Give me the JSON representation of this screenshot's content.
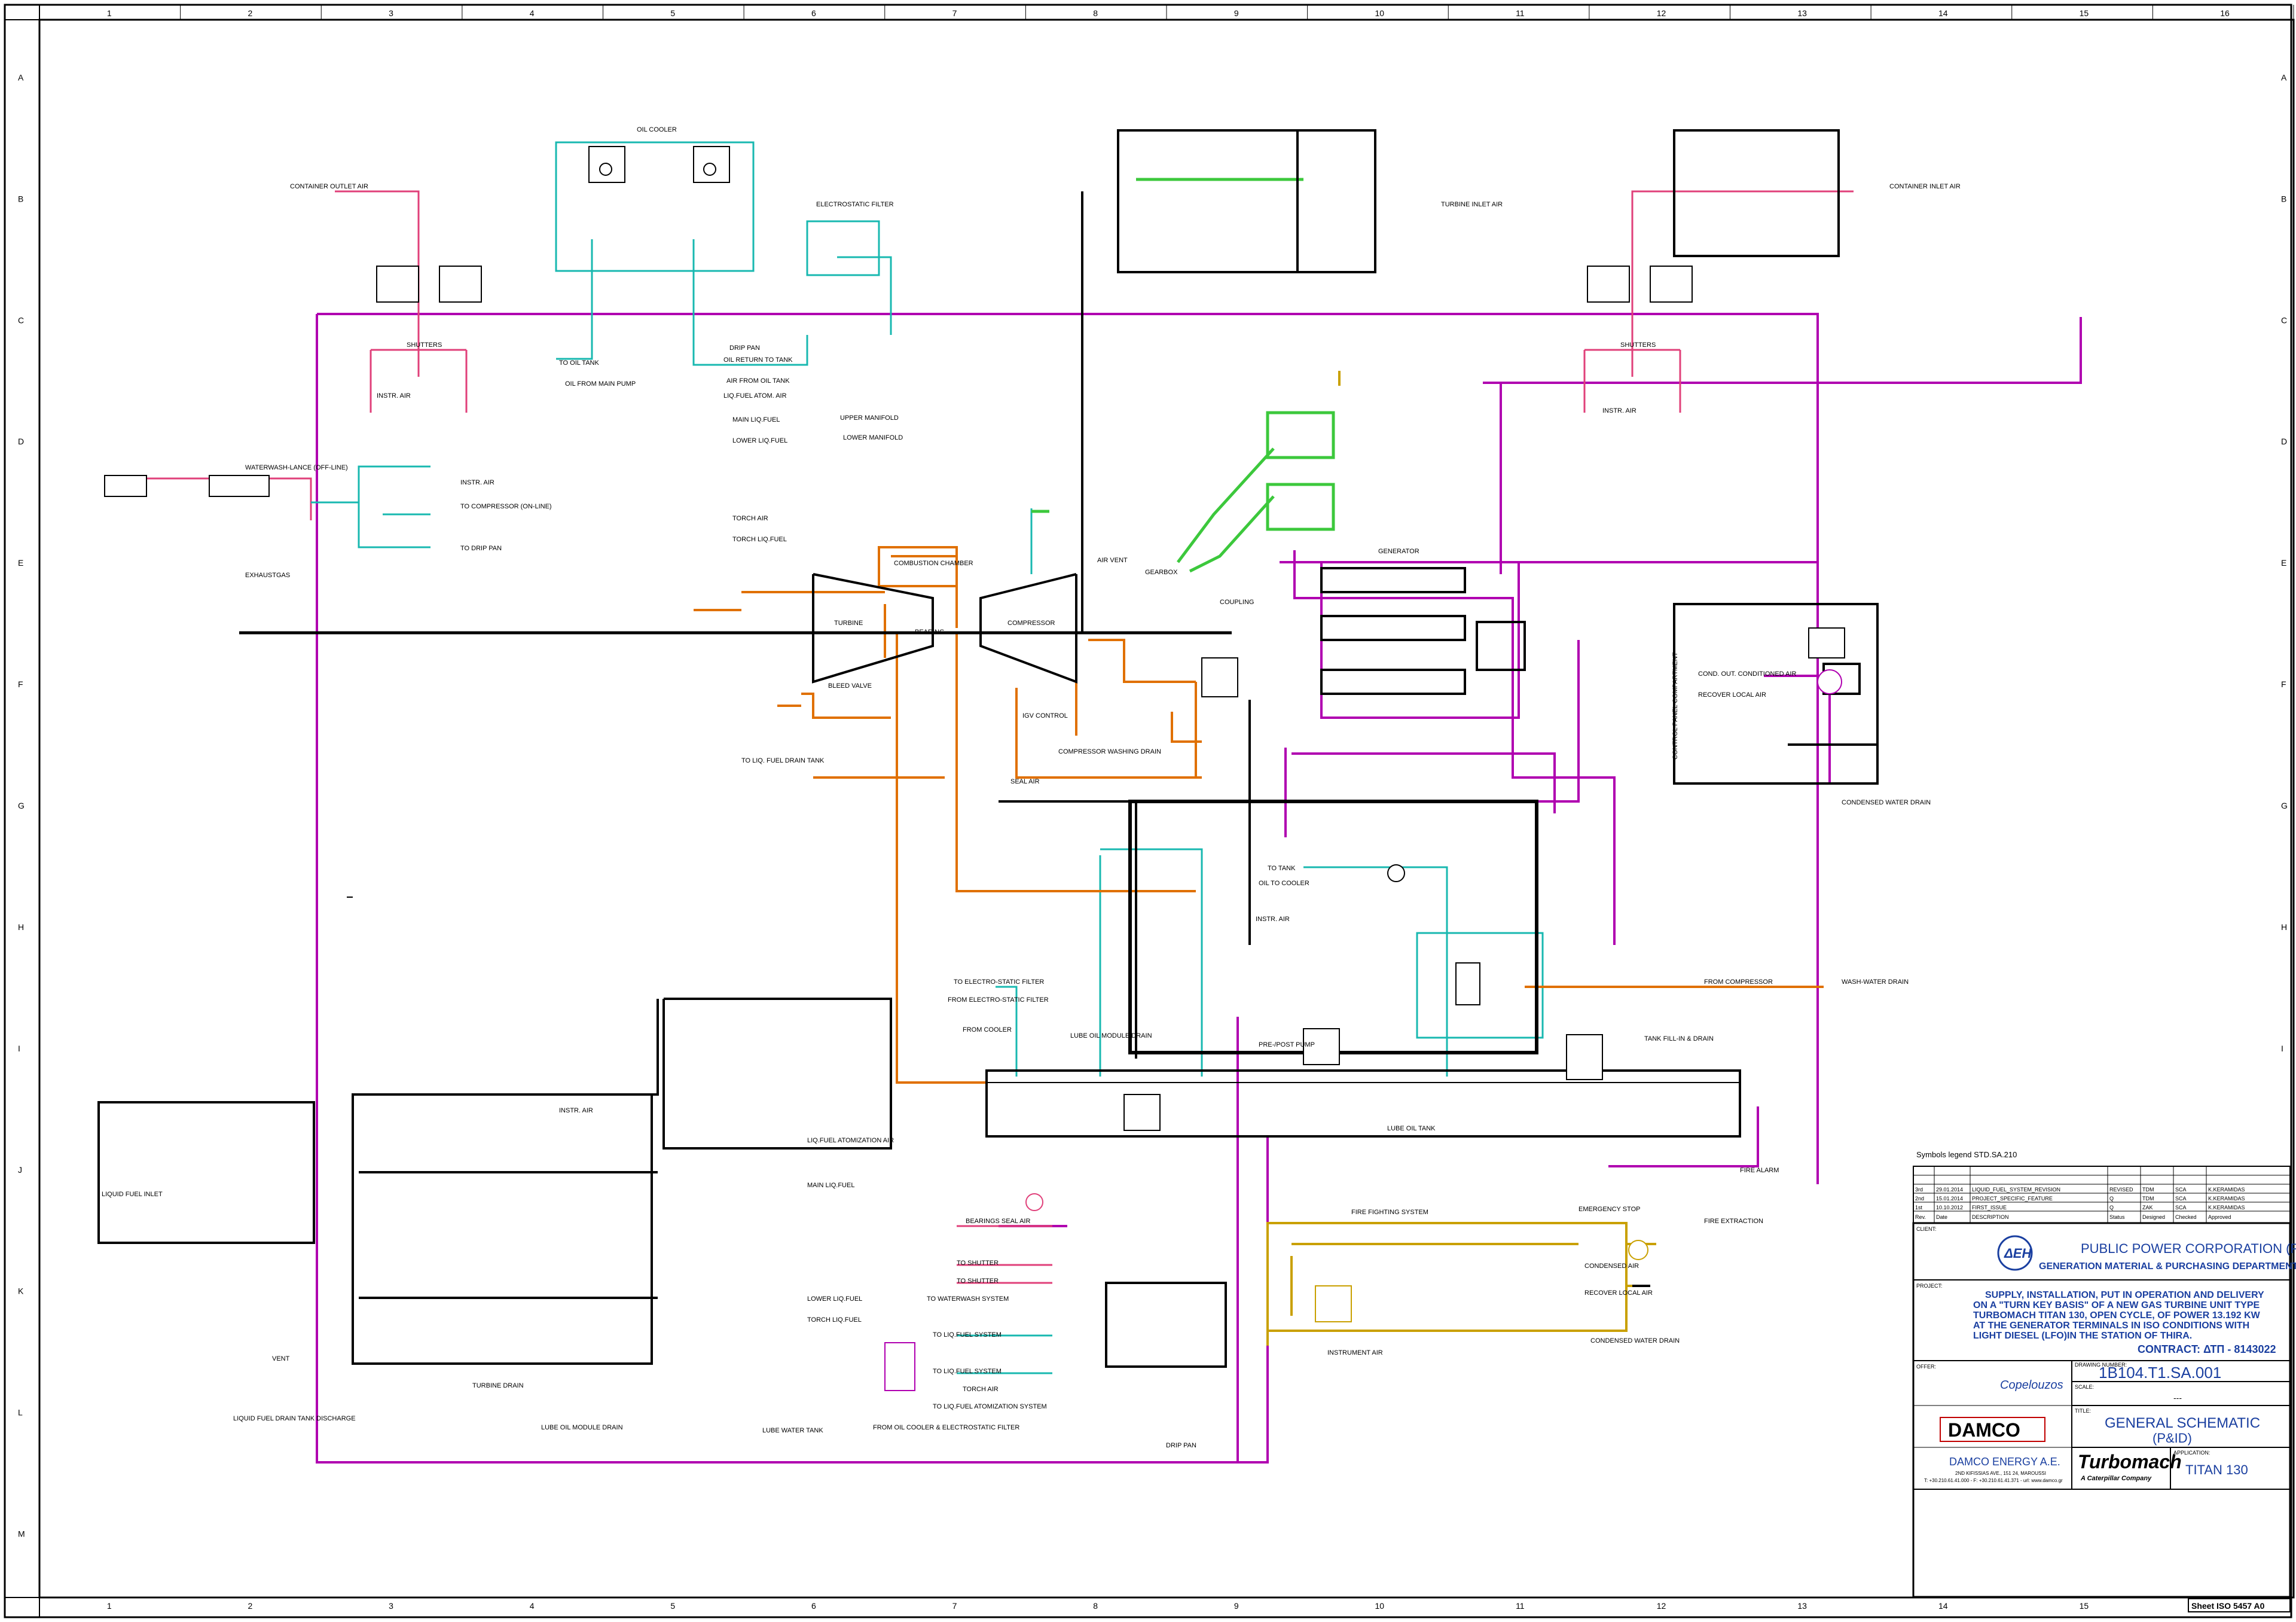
{
  "sheet": {
    "cols": [
      "1",
      "2",
      "3",
      "4",
      "5",
      "6",
      "7",
      "8",
      "9",
      "10",
      "11",
      "12",
      "13",
      "14",
      "15",
      "16"
    ],
    "rows": [
      "A",
      "B",
      "C",
      "D",
      "E",
      "F",
      "G",
      "H",
      "I",
      "J",
      "K",
      "L",
      "M"
    ],
    "sheet_label": "Sheet ISO 5457 A0"
  },
  "colors": {
    "black": "#000000",
    "magenta": "#b000b0",
    "orange": "#e07000",
    "teal": "#18b8b0",
    "green": "#3cc83c",
    "pink": "#e0407a",
    "gold": "#c9a000"
  },
  "labels": {
    "oil_cooler": "OIL COOLER",
    "electrostatic_filter": "ELECTROSTATIC FILTER",
    "container_outlet_air": "CONTAINER OUTLET AIR",
    "container_inlet_air": "CONTAINER INLET AIR",
    "turbine_inlet_air": "TURBINE INLET AIR",
    "shutters_left": "SHUTTERS",
    "shutters_right": "SHUTTERS",
    "instr_air_left": "INSTR. AIR",
    "instr_air_right": "INSTR. AIR",
    "washwash_lance": "WATERWASH-LANCE (OFF-LINE)",
    "instr_air_d": "INSTR. AIR",
    "to_compressor": "TO COMPRESSOR (ON-LINE)",
    "to_drip_pan": "TO DRIP PAN",
    "exhaust_gas": "EXHAUSTGAS",
    "to_oil_tank": "TO OIL TANK",
    "drip_pan": "DRIP PAN",
    "oil_return": "OIL RETURN TO TANK",
    "air_from_oil_tank": "AIR FROM OIL TANK",
    "oil_from_main_pump": "OIL FROM MAIN PUMP",
    "liq_fuel_atom_air": "LIQ.FUEL ATOM. AIR",
    "main_liq_fuel": "MAIN LIQ.FUEL",
    "lower_liq_fuel": "LOWER LIQ.FUEL",
    "upper_manifold": "UPPER MANIFOLD",
    "lower_manifold": "LOWER MANIFOLD",
    "torch_air": "TORCH AIR",
    "torch_liq_fuel": "TORCH LIQ.FUEL",
    "combustion_chamber": "COMBUSTION CHAMBER",
    "turbine": "TURBINE",
    "bearing": "BEARING",
    "compressor": "COMPRESSOR",
    "gearbox": "GEARBOX",
    "generator": "GENERATOR",
    "coupling": "COUPLING",
    "air_vent": "AIR VENT",
    "bleed_valve": "BLEED VALVE",
    "igv_control": "IGV CONTROL",
    "compressor_washing_drain": "COMPRESSOR WASHING DRAIN",
    "seal_air": "SEAL AIR",
    "to_liq_fuel_drain_tank": "TO LIQ. FUEL DRAIN TANK",
    "to_tank": "TO TANK",
    "oil_to_cooler": "OIL TO COOLER",
    "instr_air_g": "INSTR. AIR",
    "to_electrostatic_filter": "TO ELECTRO-STATIC FILTER",
    "from_electrostatic_filter": "FROM ELECTRO-STATIC FILTER",
    "from_cooler": "FROM COOLER",
    "lube_oil_module_drain": "LUBE OIL MODULE DRAIN",
    "pre_post_pump": "PRE-/POST PUMP",
    "tank_fill_in_drain": "TANK FILL-IN & DRAIN",
    "lube_oil_tank": "LUBE OIL TANK",
    "control_panel_compartment": "CONTROL PANEL COMPARTMENT",
    "cond_out_air": "COND. OUT. CONDITIONED AIR",
    "recover_local_air": "RECOVER LOCAL AIR",
    "condensed_water_drain": "CONDENSED WATER DRAIN",
    "from_compressor": "FROM COMPRESSOR",
    "wash_water_drain": "WASH-WATER DRAIN",
    "liquid_fuel_inlet": "LIQUID FUEL INLET",
    "instr_air_j": "INSTR. AIR",
    "liq_fuel_atomization_air": "LIQ.FUEL ATOMIZATION AIR",
    "main_liq_fuel_k": "MAIN LIQ.FUEL",
    "lower_liq_fuel_k": "LOWER LIQ.FUEL",
    "torch_liq_fuel_k": "TORCH LIQ.FUEL",
    "vent": "VENT",
    "turbine_drain": "TURBINE DRAIN",
    "liquid_fuel_drain_tank_discharge": "LIQUID FUEL DRAIN TANK DISCHARGE",
    "lube_oil_module_drain_l": "LUBE OIL MODULE DRAIN",
    "lube_water_tank": "LUBE WATER TANK",
    "from_oil_cooler_filter": "FROM OIL COOLER & ELECTROSTATIC FILTER",
    "drip_pan_bottom": "DRIP PAN",
    "bearings_seal_air": "BEARINGS SEAL AIR",
    "to_shutter_1": "TO SHUTTER",
    "to_shutter_2": "TO SHUTTER",
    "to_waterwash_system": "TO WATERWASH SYSTEM",
    "to_liq_fuel_system_1": "TO LIQ.FUEL SYSTEM",
    "to_liq_fuel_system_2": "TO LIQ.FUEL SYSTEM",
    "torch_air_k": "TORCH AIR",
    "to_liq_fuel_atomization": "TO LIQ.FUEL ATOMIZATION SYSTEM",
    "instrument_air": "INSTRUMENT AIR",
    "fire_fighting_system": "FIRE FIGHTING SYSTEM",
    "emergency_stop": "EMERGENCY STOP",
    "fire_alarm": "FIRE ALARM",
    "fire_extraction": "FIRE EXTRACTION",
    "condensed_air": "CONDENSED AIR",
    "recover_local_air_k": "RECOVER LOCAL AIR",
    "condensed_water_drain_k": "CONDENSED WATER DRAIN",
    "symbols_legend": "Symbols legend STD.SA.210"
  },
  "revisions": {
    "headers": [
      "Rev.",
      "Date",
      "DESCRIPTION",
      "Status",
      "Designed",
      "Checked",
      "Approved"
    ],
    "rows": [
      [
        "3rd",
        "29.01.2014",
        "LIQUID_FUEL_SYSTEM_REVISION",
        "REVISED",
        "TDM",
        "SCA",
        "K.KERAMIDAS"
      ],
      [
        "2nd",
        "15.01.2014",
        "PROJECT_SPECIFIC_FEATURE",
        "Q",
        "TDM",
        "SCA",
        "K.KERAMIDAS"
      ],
      [
        "1st",
        "10.10.2012",
        "FIRST_ISSUE",
        "Q",
        "ZAK",
        "SCA",
        "K.KERAMIDAS"
      ]
    ]
  },
  "title_block": {
    "client_label": "CLIENT:",
    "client_line1": "PUBLIC POWER CORPORATION (PPC)",
    "client_line2": "GENERATION MATERIAL & PURCHASING DEPARTMENT (GMPD)",
    "project_label": "PROJECT:",
    "project_lines": [
      "SUPPLY, INSTALLATION, PUT IN OPERATION AND DELIVERY",
      "ON A \"TURN KEY BASIS\" OF A NEW GAS TURBINE UNIT TYPE",
      "TURBOMACH TITAN 130, OPEN CYCLE, OF POWER 13.192 KW",
      "AT THE GENERATOR TERMINALS IN ISO CONDITIONS WITH",
      "LIGHT DIESEL (LFO)IN THE STATION OF THIRA."
    ],
    "contract": "CONTRACT: ΔΤΠ - 8143022",
    "offer_label": "OFFER:",
    "drawing_number_label": "DRAWING NUMBER:",
    "drawing_number": "1B104.T1.SA.001",
    "scale_label": "SCALE:",
    "scale": "---",
    "title_label": "TITLE:",
    "title_line1": "GENERAL SCHEMATIC",
    "title_line2": "(P&ID)",
    "application_label": "APPLICATION:",
    "application": "TITAN 130",
    "copelouzos": "Copelouzos",
    "damco": "DAMCO",
    "damco_energy": "DAMCO ENERGY A.E.",
    "address": "2ND KIFISSIAS AVE., 151 24, MAROUSSI",
    "phone": "T: +30.210.61.41.000 - F: +30.210.61.41.371 - url: www.damco.gr",
    "turbomach": "Turbomach",
    "caterpillar": "A Caterpillar Company",
    "ppc_logo": "ΔΕΗ"
  }
}
